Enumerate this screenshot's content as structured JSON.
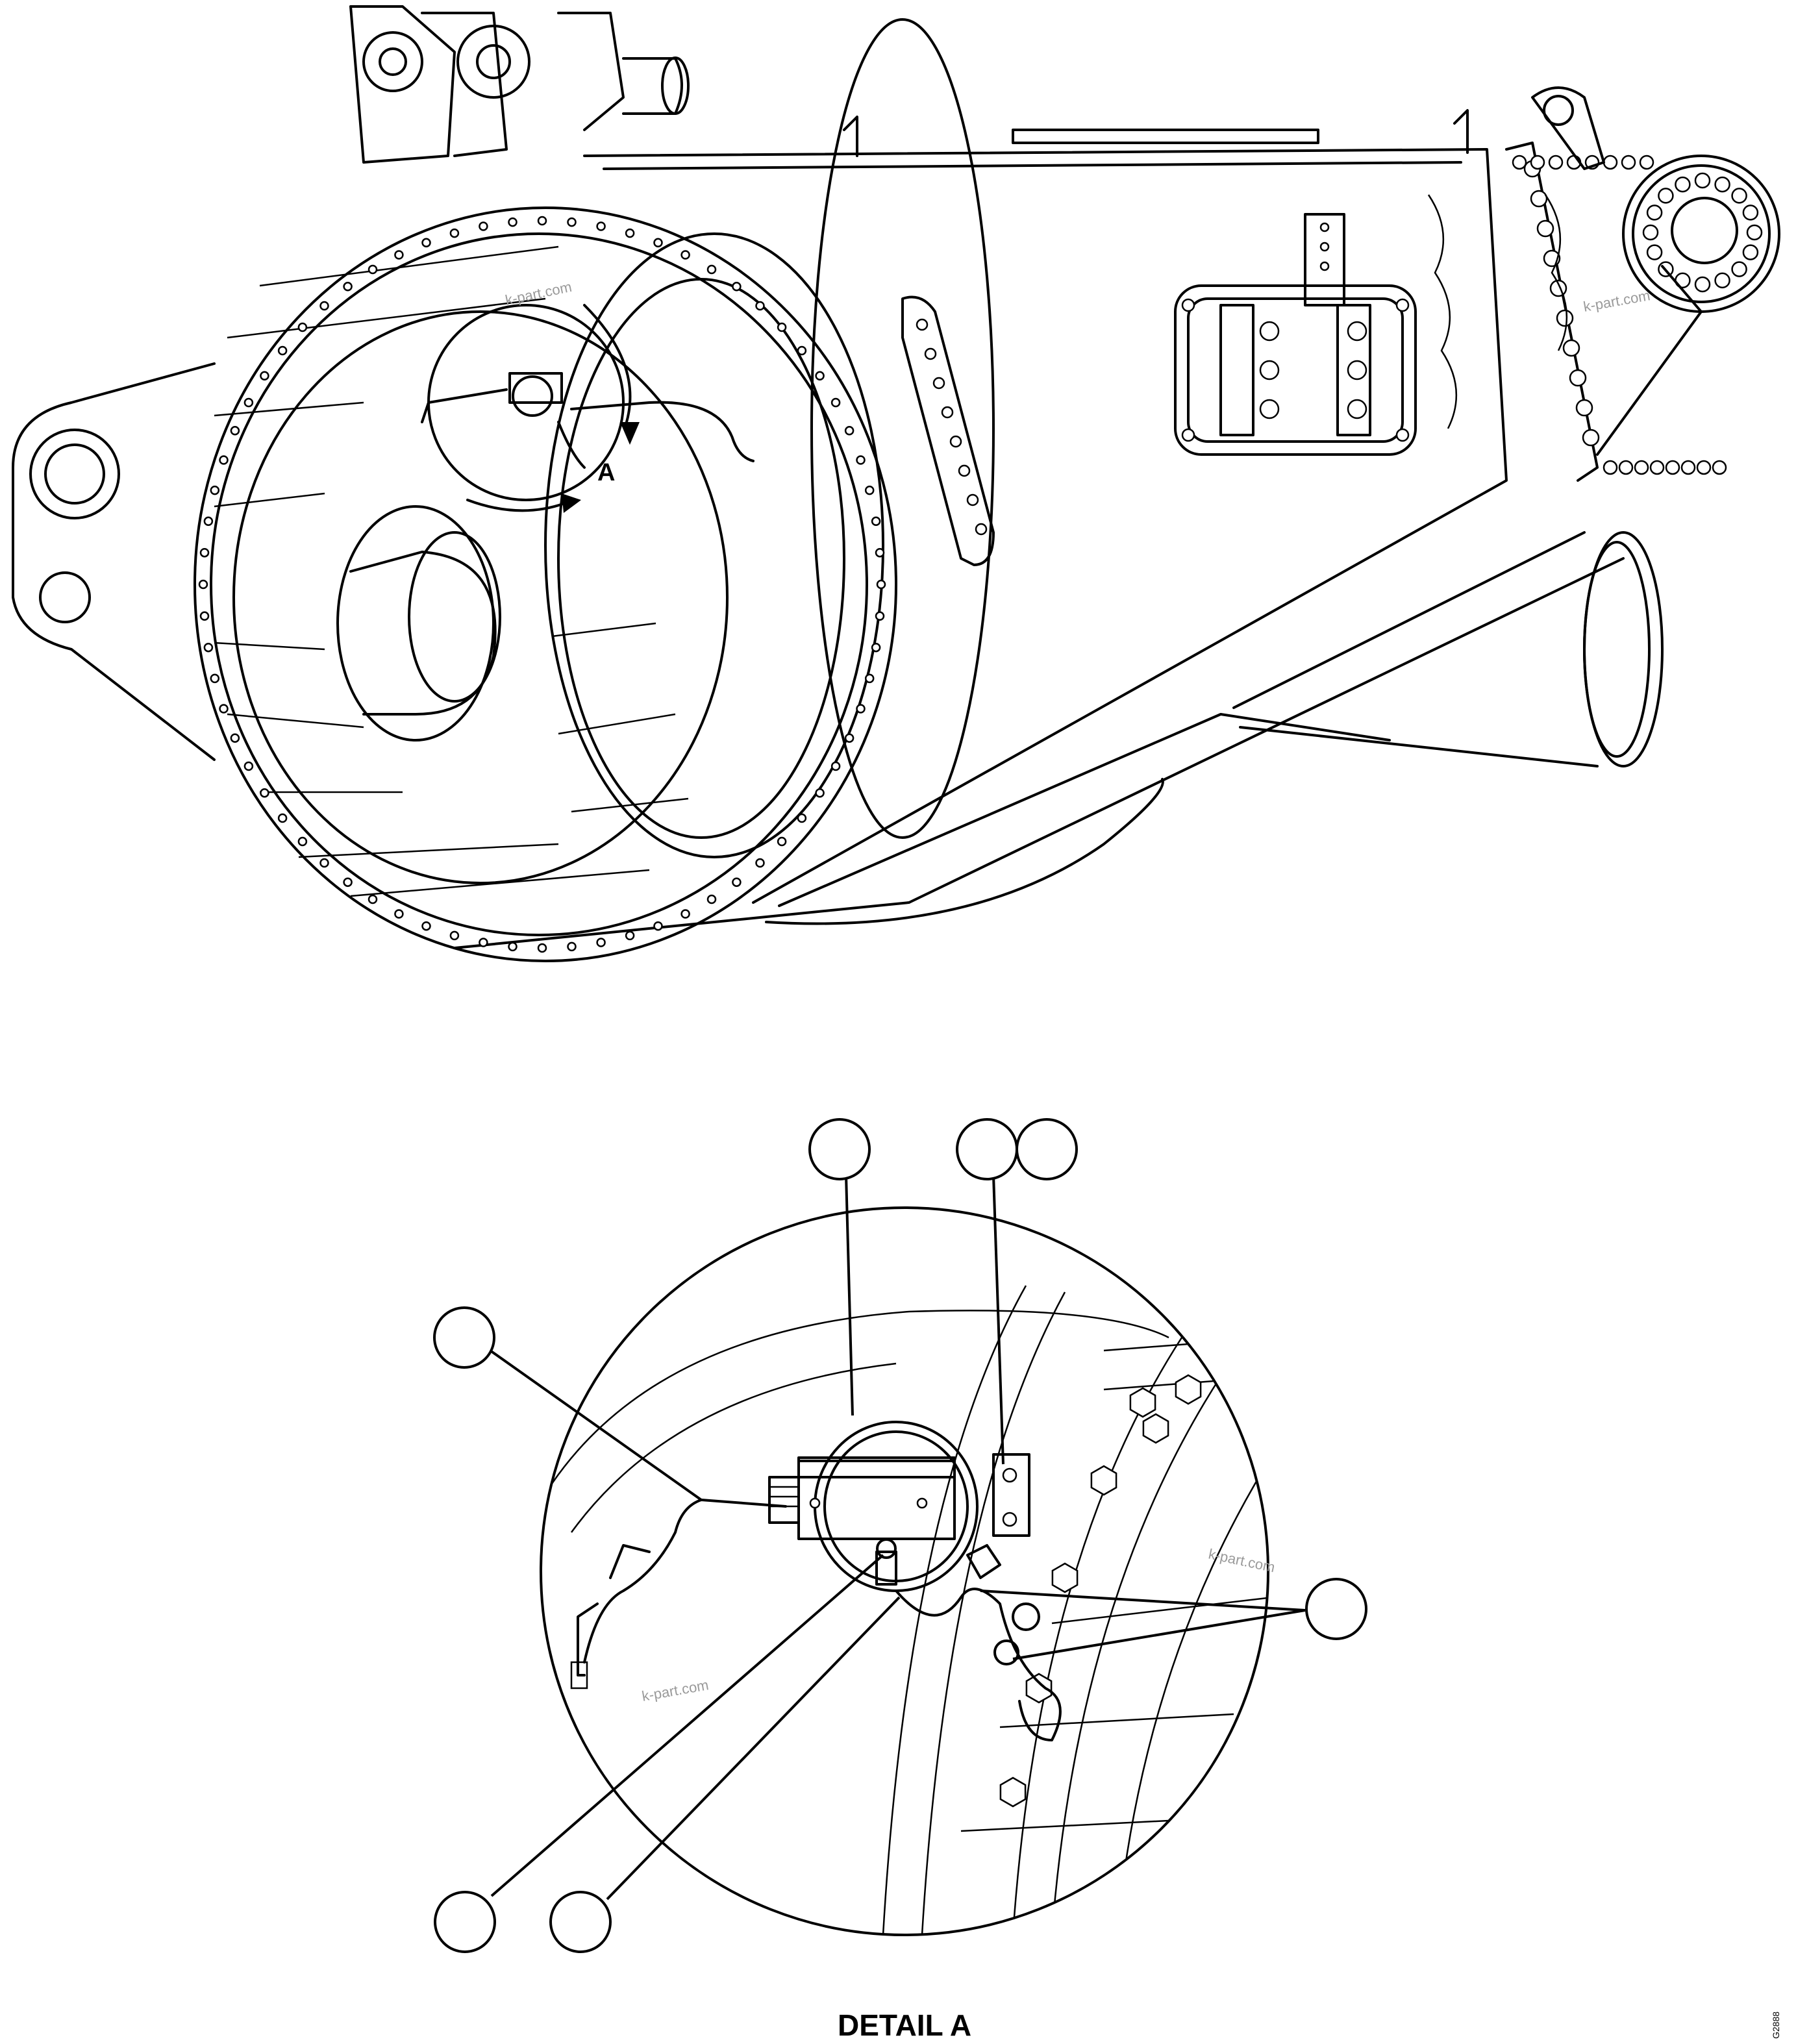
{
  "view_marker": "A",
  "detail_caption": "DETAIL A",
  "watermark": "k-part.com",
  "drawing_code": "G2888",
  "callout_count": 7
}
